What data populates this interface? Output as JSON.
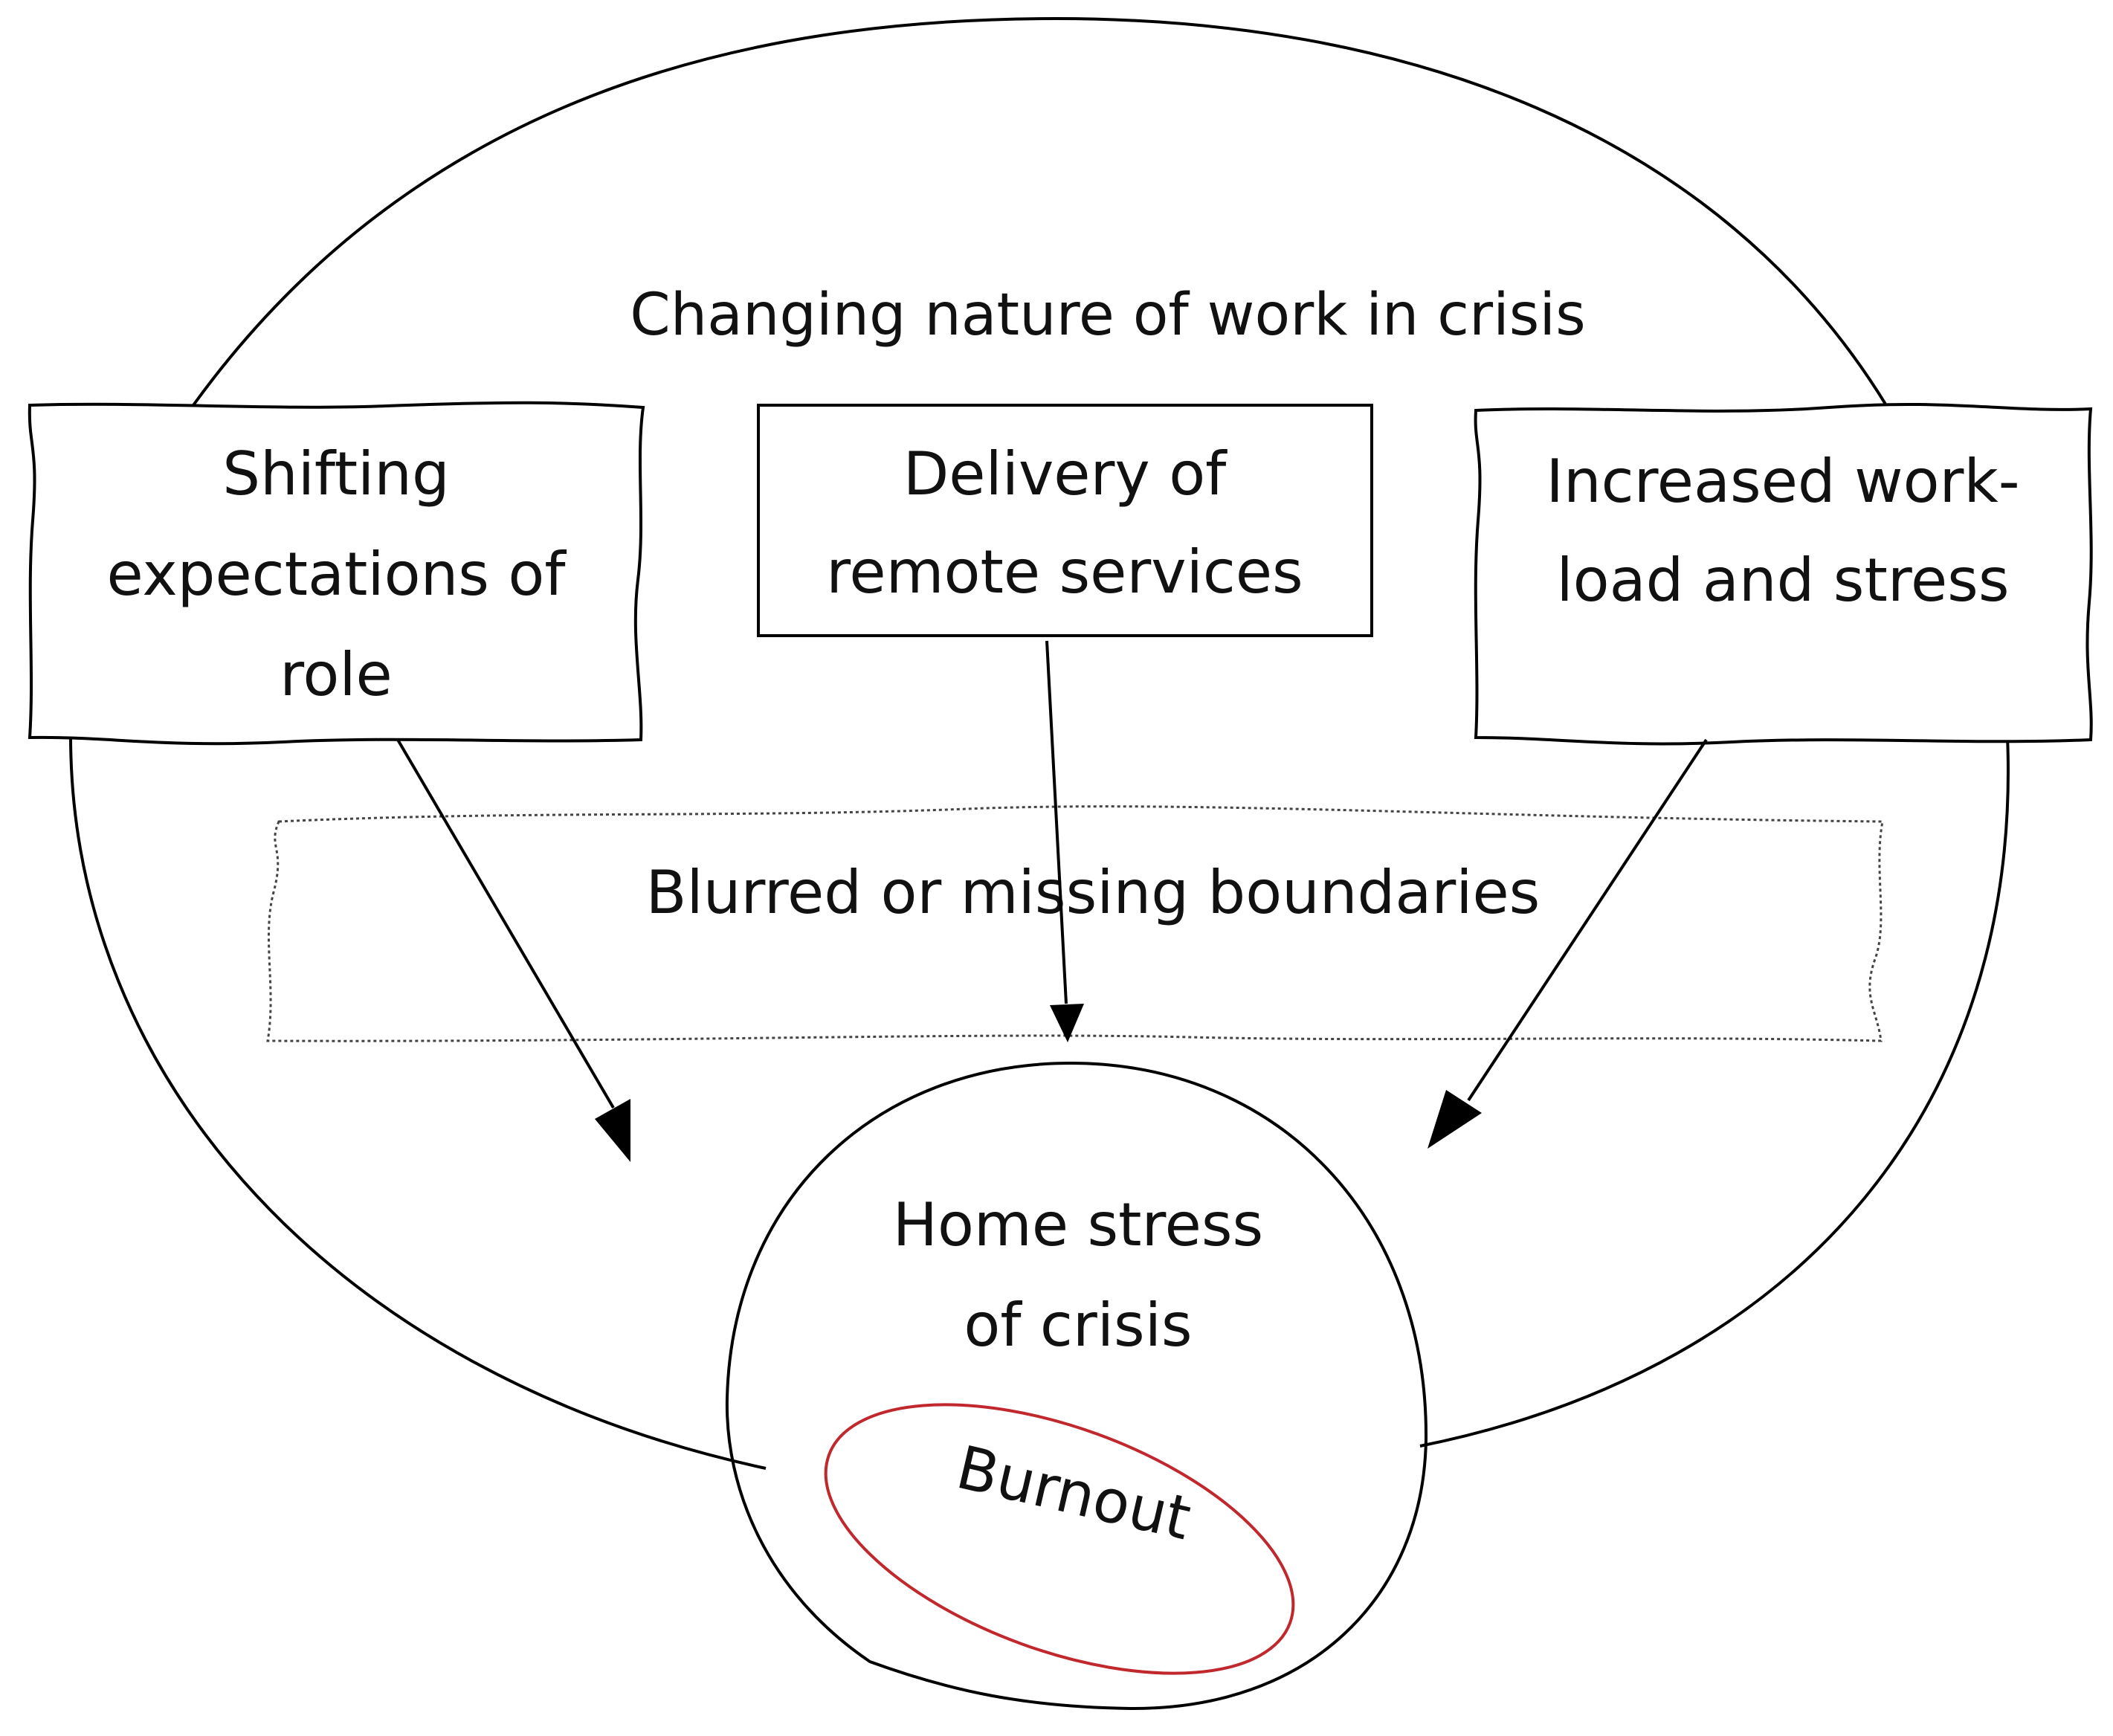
{
  "diagram": {
    "outer_label": "Changing nature of work in crisis",
    "boxes": [
      {
        "lines": [
          "Shifting",
          "expectations of",
          "role"
        ]
      },
      {
        "lines": [
          "Delivery of",
          "remote services"
        ]
      },
      {
        "lines": [
          "Increased work-",
          "load and stress"
        ]
      }
    ],
    "boundary_label": "Blurred or missing boundaries",
    "home_lines": [
      "Home stress",
      "of crisis"
    ],
    "burnout_label": "Burnout"
  },
  "colors": {
    "stroke": "#000000",
    "burnout_ring": "#c0282d",
    "text": "#111111"
  }
}
